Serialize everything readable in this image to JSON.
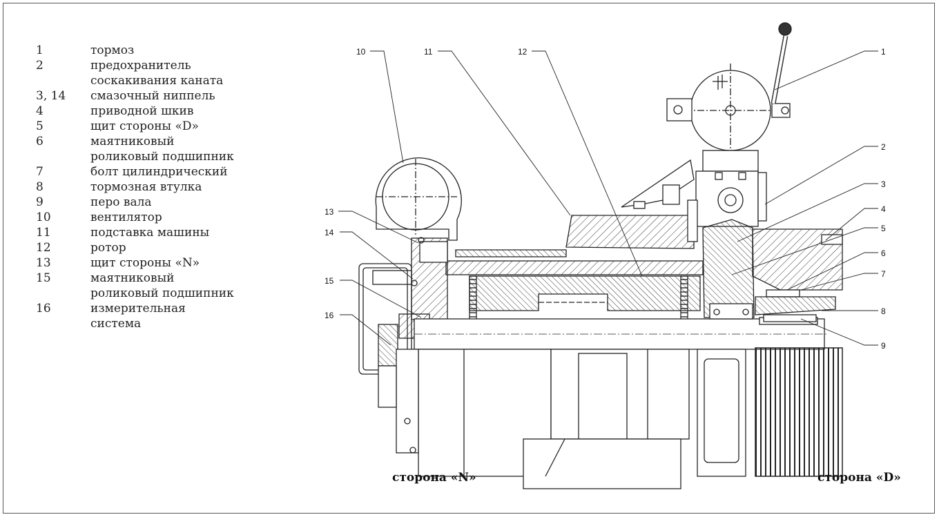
{
  "legend": [
    {
      "number": "1",
      "label": "тормоз"
    },
    {
      "number": "2",
      "label": "предохранитель",
      "label_line2": "соскакивания каната"
    },
    {
      "number": "3, 14",
      "label": "смазочный ниппель"
    },
    {
      "number": "4",
      "label": "приводной шкив"
    },
    {
      "number": "5",
      "label": "щит стороны «D»"
    },
    {
      "number": "6",
      "label": "маятниковый",
      "label_line2": "роликовый подшипник"
    },
    {
      "number": "7",
      "label": "болт цилиндрический"
    },
    {
      "number": "8",
      "label": "тормозная втулка"
    },
    {
      "number": "9",
      "label": "перо вала"
    },
    {
      "number": "10",
      "label": "вентилятор"
    },
    {
      "number": "11",
      "label": "подставка машины"
    },
    {
      "number": "12",
      "label": "ротор"
    },
    {
      "number": "13",
      "label": "щит стороны «N»"
    },
    {
      "number": "15",
      "label": "маятниковый",
      "label_line2": "роликовый подшипник"
    },
    {
      "number": "16",
      "label": "измерительная",
      "label_line2": "система"
    }
  ],
  "callouts": {
    "c1": "1",
    "c2": "2",
    "c3": "3",
    "c4": "4",
    "c5": "5",
    "c6": "6",
    "c7": "7",
    "c8": "8",
    "c9": "9",
    "c10": "10",
    "c11": "11",
    "c12": "12",
    "c13": "13",
    "c14": "14",
    "c15": "15",
    "c16": "16"
  },
  "sides": {
    "n_side": "сторона «N»",
    "d_side": "сторона «D»"
  }
}
